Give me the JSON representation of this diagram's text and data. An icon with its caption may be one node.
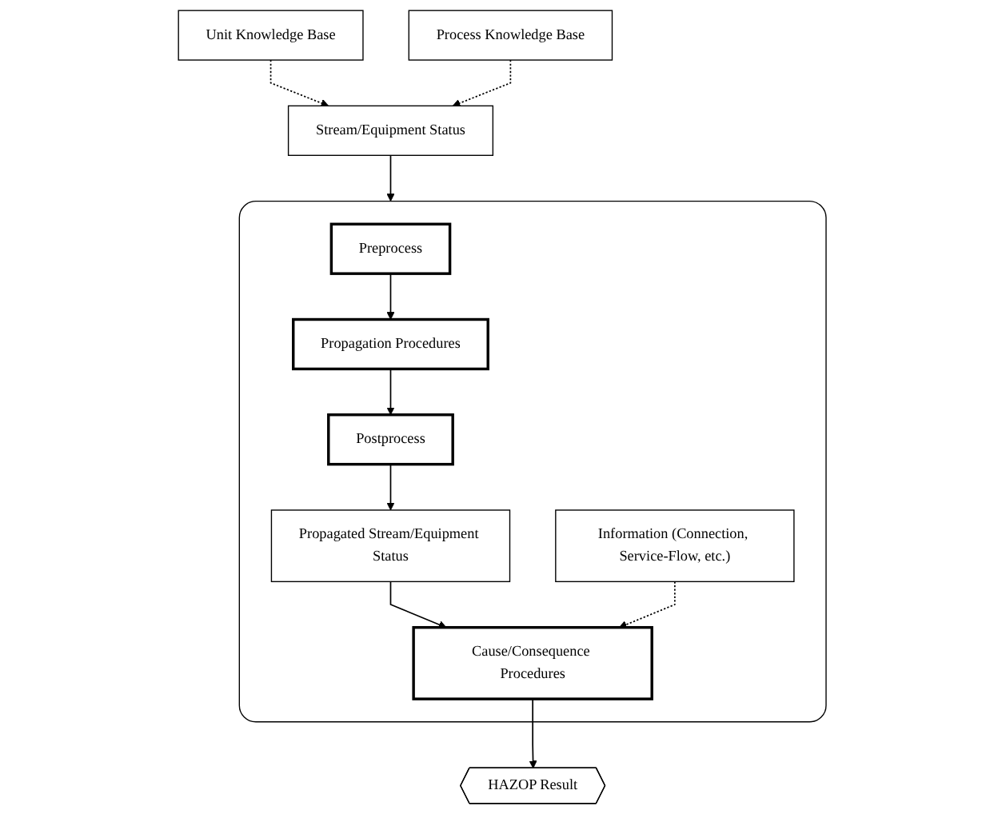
{
  "diagram": {
    "nodes": [
      {
        "text": [
          "Stream/Equipment Status"
        ]
      },
      {
        "text": [
          "Unit Knowledge Base"
        ]
      },
      {
        "text": [
          "Process Knowledge Base"
        ]
      },
      {
        "text": [],
        "shape": "box"
      },
      {
        "text": [
          "Preprocess"
        ],
        "in": 3
      },
      {
        "text": [
          "Propagation Procedures"
        ],
        "in": 3
      },
      {
        "text": [
          "Postprocess"
        ],
        "in": 3
      },
      {
        "text": [
          "Propagated Stream/Equipment Status"
        ],
        "in": 3
      },
      {
        "text": [
          "Information (Connection, Service-Flow, etc.)"
        ],
        "in": 3
      },
      {
        "text": [
          "Cause/Consequence Procedures"
        ],
        "in": 3
      },
      {
        "text": [
          "HAZOP Result"
        ]
      }
    ],
    "edges": [
      {
        "from": 1,
        "to": 0,
        "arrow": "to",
        "style": "dashed"
      },
      {
        "from": 2,
        "to": 0,
        "arrow": "to",
        "style": "dashed"
      },
      {
        "from": 0,
        "to": 3,
        "arrow": "to"
      },
      {
        "from": 4,
        "to": 5,
        "arrow": "to"
      },
      {
        "from": 5,
        "to": 6,
        "arrow": "to"
      },
      {
        "from": 6,
        "to": 7,
        "arrow": "to"
      },
      {
        "from": 7,
        "to": 9,
        "arrow": "to"
      },
      {
        "from": 8,
        "to": 9,
        "arrow": "to",
        "style": "dashed"
      },
      {
        "from": 9,
        "to": 10,
        "arrow": "to"
      }
    ]
  }
}
